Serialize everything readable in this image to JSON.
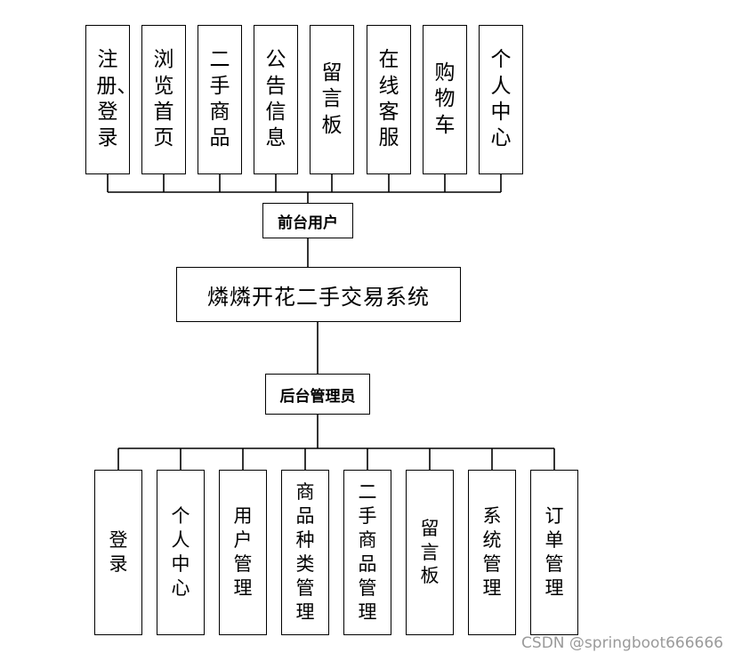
{
  "frontend_role": "前台用户",
  "system_name": "燐燐开花二手交易系统",
  "backend_role": "后台管理员",
  "frontend_modules": [
    "注册、登录",
    "浏览首页",
    "二手商品",
    "公告信息",
    "留言板",
    "在线客服",
    "购物车",
    "个人中心"
  ],
  "backend_modules": [
    "登录",
    "个人中心",
    "用户管理",
    "商品种类管理",
    "二手商品管理",
    "留言板",
    "系统管理",
    "订单管理"
  ],
  "watermark": "CSDN @springboot666666"
}
